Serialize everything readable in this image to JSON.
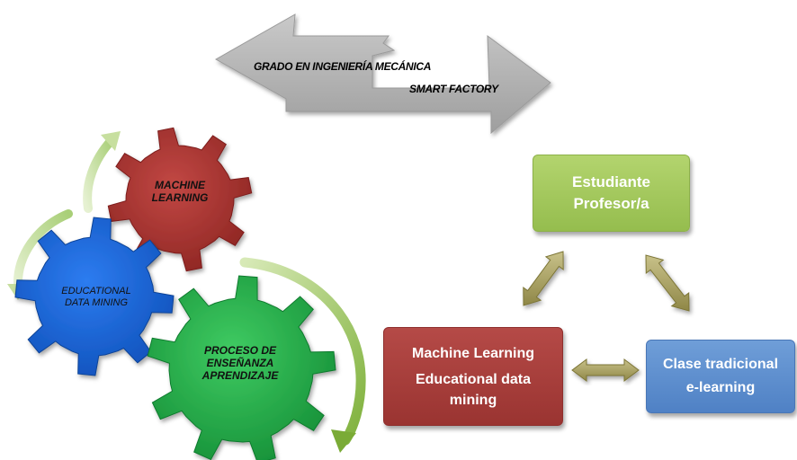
{
  "banner": {
    "line1": "GRADO EN  INGENIERÍA MECÁNICA",
    "line2": "SMART FACTORY"
  },
  "gears": {
    "machine_learning": [
      "MACHINE",
      "LEARNING"
    ],
    "educational_data_mining": [
      "EDUCATIONAL",
      "DATA MINING"
    ],
    "proceso": [
      "PROCESO DE",
      "ENSEÑANZA",
      "APRENDIZAJE"
    ]
  },
  "boxes": {
    "estudiante": [
      "Estudiante",
      "Profesor/a"
    ],
    "machine_learning": [
      "Machine Learning",
      "Educational data",
      "mining"
    ],
    "clase": [
      "Clase tradicional",
      "e-learning"
    ]
  },
  "colors": {
    "banner_gray": "#b2b2b2",
    "gear_red": "#a8302c",
    "gear_blue": "#1c66d8",
    "gear_green": "#22b14c",
    "box_green": "#9bc45a",
    "box_red": "#a63d3a",
    "box_blue": "#5a8ccf",
    "connector_olive": "#a8a05a"
  }
}
